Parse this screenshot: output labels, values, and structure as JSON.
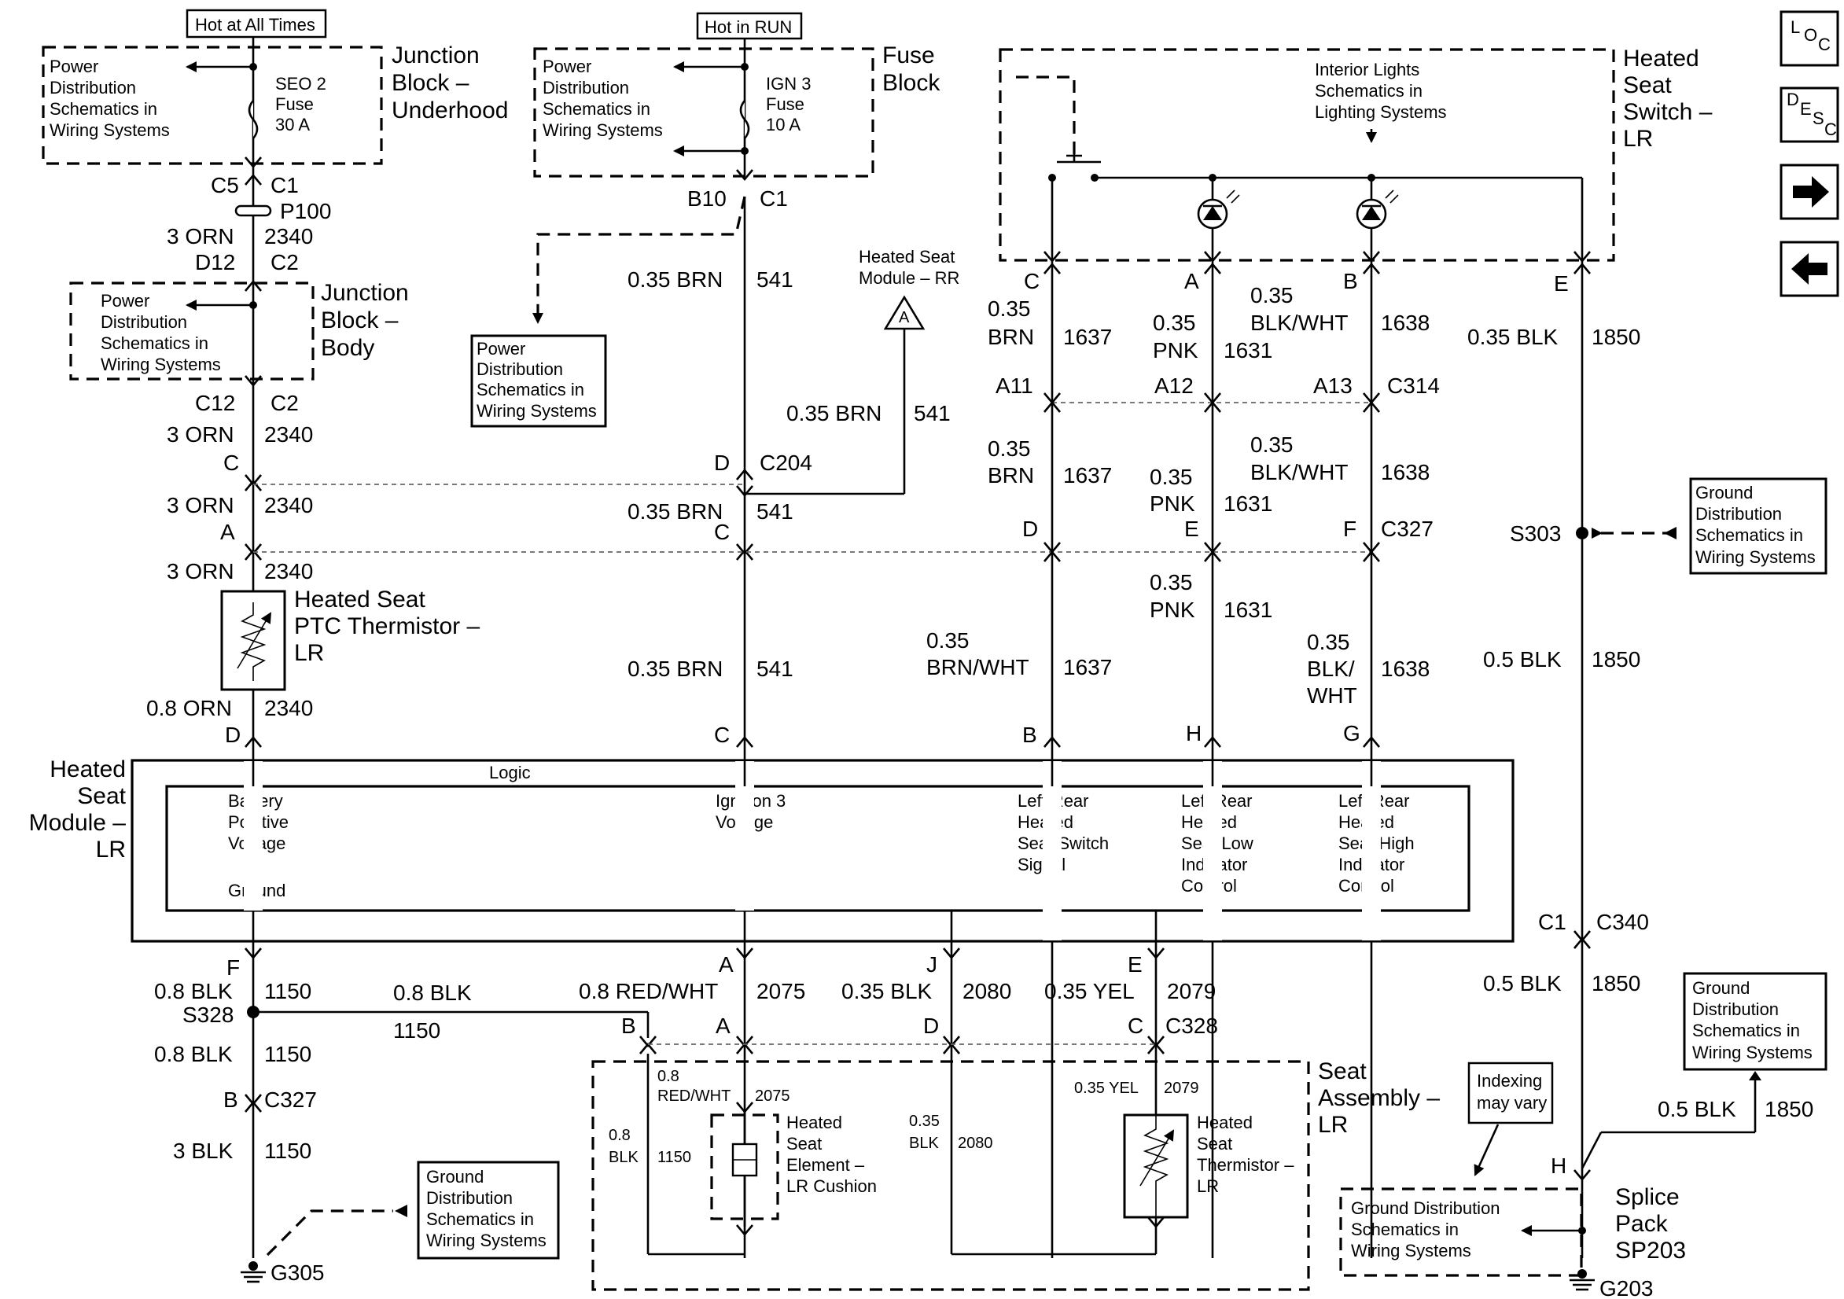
{
  "nav": {
    "loc": "LOC",
    "desc": "DESC",
    "next_icon": "arrow-right-icon",
    "prev_icon": "arrow-left-icon"
  },
  "labels": {
    "hot_all": "Hot at All Times",
    "hot_run": "Hot in RUN",
    "pds": [
      "Power",
      "Distribution",
      "Schematics in",
      "Wiring Systems"
    ],
    "jb_under": [
      "Junction",
      "Block –",
      "Underhood"
    ],
    "jb_body": [
      "Junction",
      "Block –",
      "Body"
    ],
    "fuse_block": [
      "Fuse",
      "Block"
    ],
    "seo2": [
      "SEO 2",
      "Fuse",
      "30 A"
    ],
    "ign3": [
      "IGN 3",
      "Fuse",
      "10 A"
    ],
    "hs_module_rr": [
      "Heated Seat",
      "Module – RR"
    ],
    "offpage_a": "A",
    "interior_lights": [
      "Interior Lights",
      "Schematics in",
      "Lighting Systems"
    ],
    "hs_switch": [
      "Heated",
      "Seat",
      "Switch –",
      "LR"
    ],
    "ptc": [
      "Heated Seat",
      "PTC Thermistor –",
      "LR"
    ],
    "hs_module_lr": [
      "Heated",
      "Seat",
      "Module –",
      "LR"
    ],
    "logic": "Logic",
    "gds": [
      "Ground",
      "Distribution",
      "Schematics in",
      "Wiring Systems"
    ],
    "gds_splice": [
      "Ground Distribution",
      "Schematics in",
      "Wiring Systems"
    ],
    "seat_assembly": [
      "Seat",
      "Assembly –",
      "LR"
    ],
    "seat_element": [
      "Heated",
      "Seat",
      "Element –",
      "LR Cushion"
    ],
    "seat_thermistor": [
      "Heated",
      "Seat",
      "Thermistor –",
      "LR"
    ],
    "indexing": [
      "Indexing",
      "may vary"
    ],
    "splice_pack": [
      "Splice",
      "Pack",
      "SP203"
    ],
    "g305": "G305",
    "g203": "G203",
    "s303": "S303",
    "s328": "S328"
  },
  "module_pins": {
    "battery": [
      "Battery",
      "Positive",
      "Voltage"
    ],
    "ground": "Ground",
    "ignition": [
      "Ignition 3",
      "Voltage"
    ],
    "switch_signal": [
      "Left Rear",
      "Heated",
      "Seat Switch",
      "Signal"
    ],
    "low_indicator": [
      "Left Rear",
      "Heated",
      "Seat Low",
      "Indicator",
      "Control"
    ],
    "high_indicator": [
      "Left Rear",
      "Heated",
      "Seat High",
      "Indicator",
      "Control"
    ]
  },
  "wires": {
    "c5": "C5",
    "c1": "C1",
    "p100": "P100",
    "orn3": "3 ORN",
    "n2340": "2340",
    "d12": "D12",
    "c2": "C2",
    "c12": "C12",
    "c": "C",
    "a": "A",
    "orn08": "0.8 ORN",
    "d": "D",
    "b10": "B10",
    "brn035": "0.35 BRN",
    "n541": "541",
    "c204": "C204",
    "e": "E",
    "b": "B",
    "f": "F",
    "g": "G",
    "h": "H",
    "j": "J",
    "brn": "BRN",
    "pnk": "PNK",
    "pnk035": "0.35 PNK",
    "n035": "0.35",
    "n1637": "1637",
    "n1631": "1631",
    "n1638": "1638",
    "blkwht": "BLK/WHT",
    "blkslash": "BLK/",
    "wht": "WHT",
    "brnwht": "BRN/WHT",
    "a11": "A11",
    "a12": "A12",
    "a13": "A13",
    "c314": "C314",
    "c327": "C327",
    "blk035": "0.35 BLK",
    "blk05": "0.5 BLK",
    "n1850": "1850",
    "c340": "C340",
    "blk08": "0.8 BLK",
    "n1150": "1150",
    "blk3": "3 BLK",
    "redwht08": "0.8 RED/WHT",
    "n2075": "2075",
    "n2080": "2080",
    "yel035": "0.35 YEL",
    "n2079": "2079",
    "c328": "C328",
    "n08": "0.8",
    "redwht": "RED/WHT",
    "blk": "BLK"
  }
}
